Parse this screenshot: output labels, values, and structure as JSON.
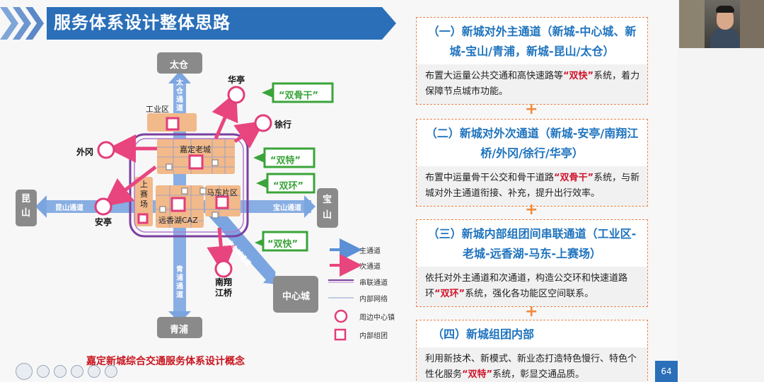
{
  "slide": {
    "title": "服务体系设计整体思路",
    "page_number": "64",
    "caption": "嘉定新城综合交通服务体系设计概念"
  },
  "diagram": {
    "nodes": {
      "taicang": "太仓",
      "kunshan": "昆山",
      "baoshan": "宝山",
      "qingpu": "青浦",
      "zhongxincheng": "中心城",
      "huating": "华亭",
      "waigang": "外冈",
      "xuhang": "徐行",
      "anting": "安亭",
      "nanxiang": "南翔\n江桥"
    },
    "zones": {
      "gongyequ": "工业区",
      "jiading_old": "嘉定老城",
      "shangsaichang": "上赛场",
      "yuanxianghu": "远香湖CAZ",
      "madong": "马东片区"
    },
    "roads": {
      "taicang_road": "太仓通道",
      "kunshan_road": "昆山通道",
      "baoshan_road": "宝山通道",
      "qingpu_road": "青浦通道",
      "south_road": "中心城通道"
    },
    "tags": {
      "shuanggugan": "“双骨干”",
      "shuangte": "“双特”",
      "shuanghuan": "“双环”",
      "shuangkuai": "“双快”"
    },
    "legend": [
      {
        "label": "主通道",
        "type": "main"
      },
      {
        "label": "次通道",
        "type": "secondary"
      },
      {
        "label": "串联通道",
        "type": "series"
      },
      {
        "label": "内部网络",
        "type": "internal"
      },
      {
        "label": "周边中心镇",
        "type": "circle"
      },
      {
        "label": "内部组团",
        "type": "square"
      }
    ]
  },
  "cards": [
    {
      "head": "（一）新城对外主通道（新城-中心城、新城-宝山/青浦，新城-昆山/太仓）",
      "body_before": "布置大运量公共交通和高快速路等",
      "body_hl": "“双快”",
      "body_after": "系统，着力保障节点城市功能。"
    },
    {
      "head": "（二）新城对外次通道（新城-安亭/南翔江桥/外冈/徐行/华亭）",
      "body_before": "布置中运量骨干公交和骨干道路",
      "body_hl": "“双骨干”",
      "body_after": "系统，与新城对外主通道衔接、补充，提升出行效率。"
    },
    {
      "head": "（三）新城内部组团间串联通道（工业区-老城-远香湖-马东-上赛场）",
      "body_before": "依托对外主通道和次通道，构造公交环和快速道路环",
      "body_hl": "“双环”",
      "body_after": "系统，强化各功能区空间联系。"
    },
    {
      "head": "（四）新城组团内部",
      "body_before": "利用新技术、新模式、新业态打造特色慢行、特色个性化服务",
      "body_hl": "“双特”",
      "body_after": "系统，彰显交通品质。"
    }
  ],
  "plus_sign": "+",
  "colors": {
    "banner": "#2a6fb8",
    "main_channel": "#5b8fd6",
    "secondary_channel": "#e8457e",
    "series_ring": "#7b3fa0",
    "tag_green": "#3aa43a",
    "zone_fill": "#f2b98a",
    "node_gray": "#8a8a8a",
    "card_head": "#1e73be",
    "highlight": "#d0142c",
    "card_border": "#e8844a"
  }
}
